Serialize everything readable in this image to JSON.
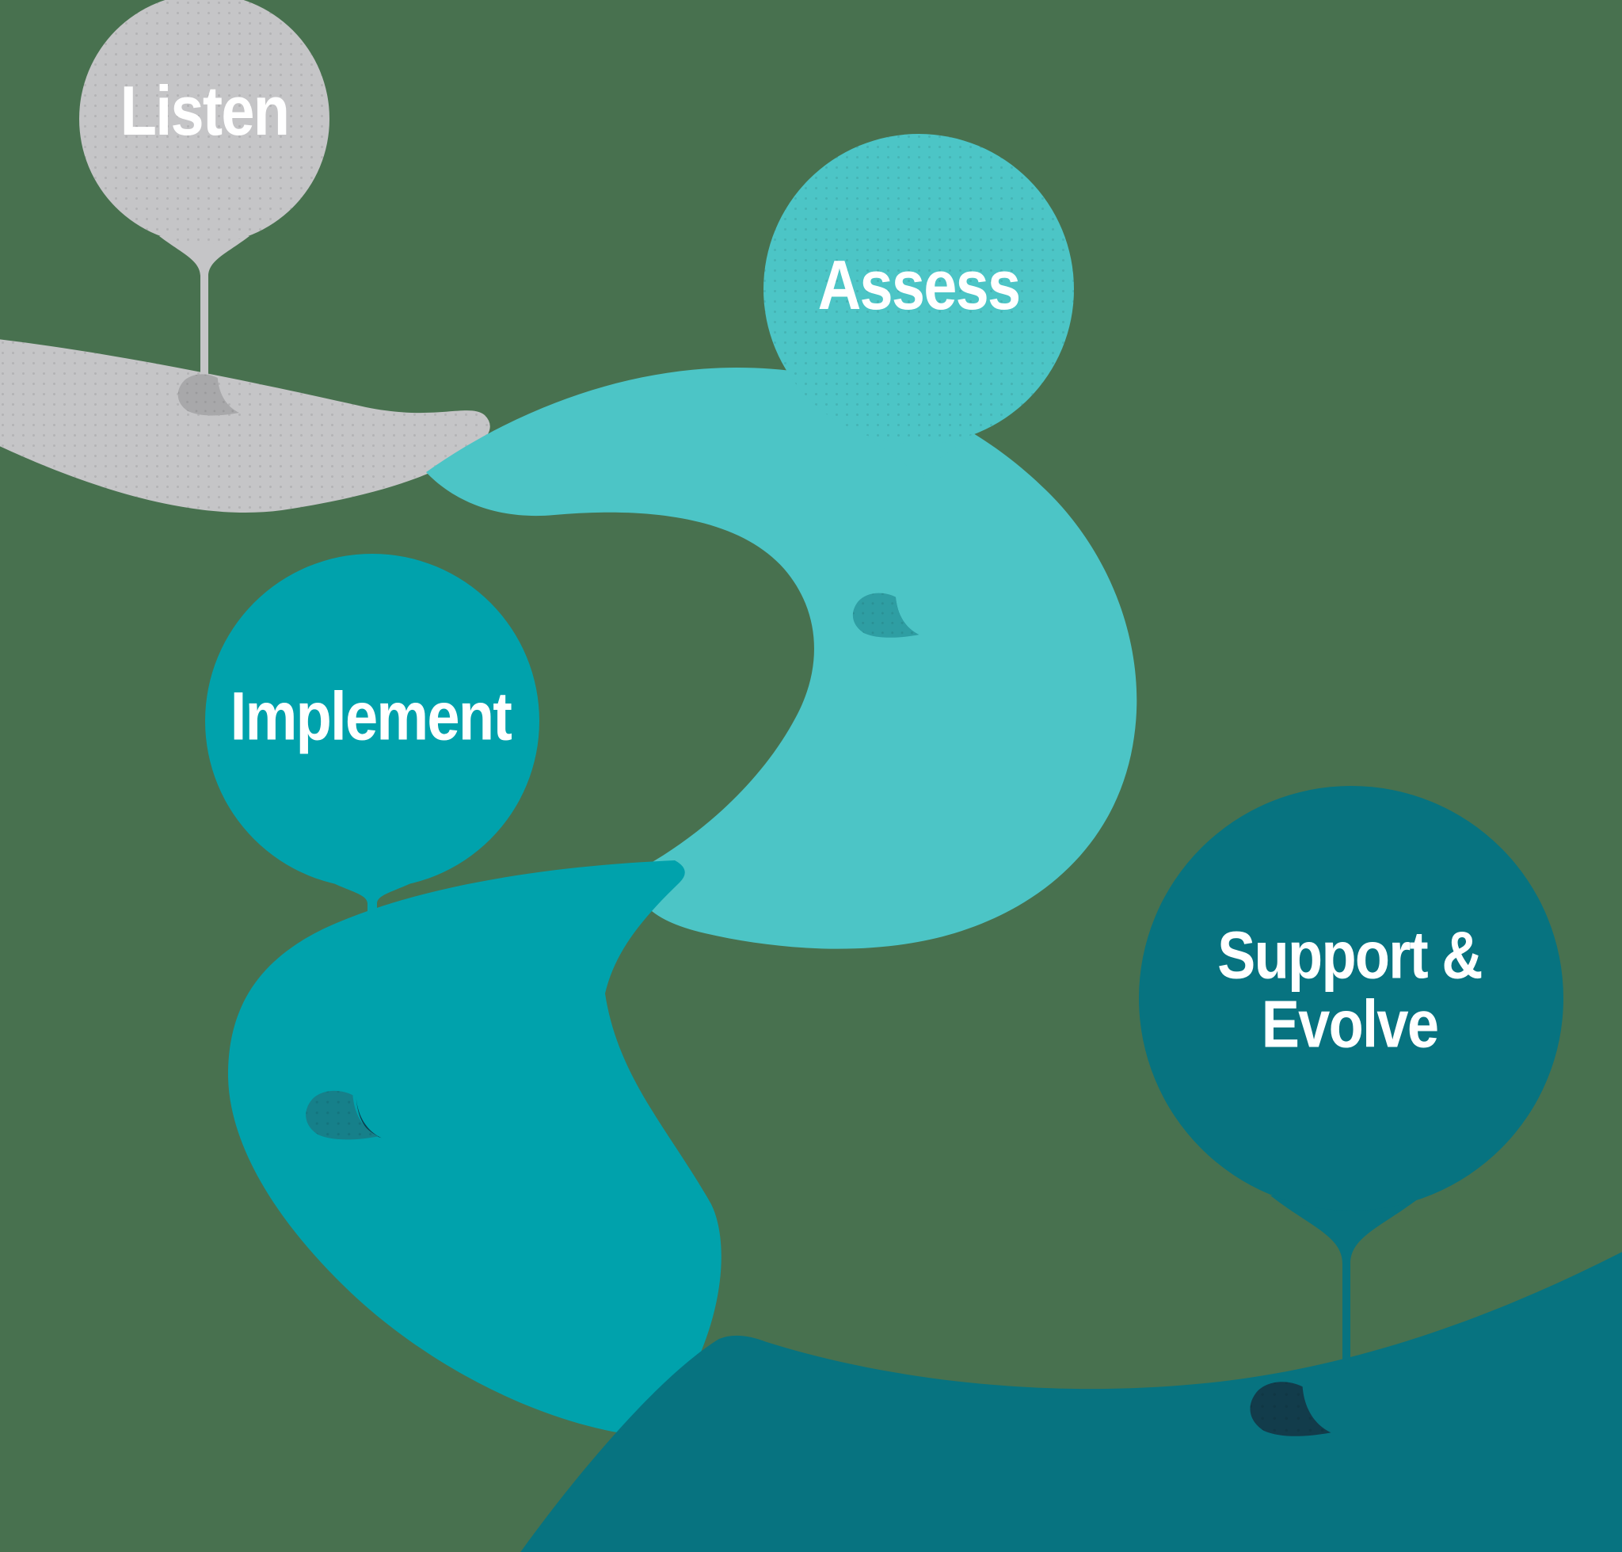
{
  "diagram": {
    "background_color": "#48714F",
    "steps": [
      {
        "label": "Listen",
        "lines": [
          "Listen"
        ],
        "color": "#C5C5C7",
        "marker_color": "#A8A8AA",
        "text_color": "#FFFFFF"
      },
      {
        "label": "Assess",
        "lines": [
          "Assess"
        ],
        "color": "#4CC5C6",
        "marker_color": "#2E9EA3",
        "marker_shadow_color": "#0F6E76",
        "text_color": "#FFFFFF"
      },
      {
        "label": "Implement",
        "lines": [
          "Implement"
        ],
        "color": "#00A2AC",
        "marker_color": "#16808A",
        "marker_shadow_color": "#0D3D4D",
        "text_color": "#FFFFFF"
      },
      {
        "label": "Support & Evolve",
        "lines": [
          "Support &",
          "Evolve"
        ],
        "color": "#077380",
        "marker_color": "#123C4B",
        "text_color": "#FFFFFF"
      }
    ]
  }
}
